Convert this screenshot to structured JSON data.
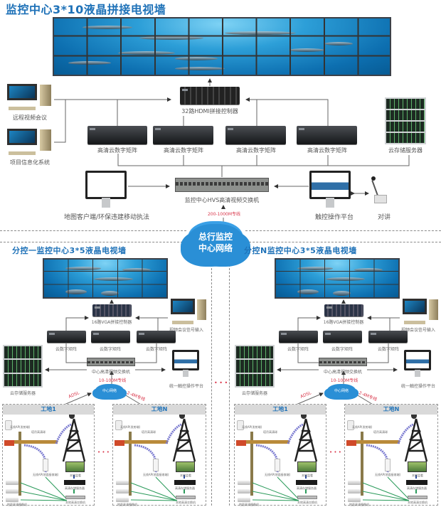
{
  "main": {
    "title": "监控中心3*10液晶拼接电视墙",
    "controller_label": "32路HDMI拼接控制器",
    "pc_labels": [
      "远程视频会议",
      "项目信息化系统"
    ],
    "matrix_labels": [
      "高清云数字矩阵",
      "高清云数字矩阵",
      "高清云数字矩阵",
      "高清云数字矩阵"
    ],
    "storage_label": "云存储服务器",
    "switch_label": "监控中心HVS高清视频交换机",
    "map_client_label": "地图客户端/环保违建移动执法",
    "touch_platform_label": "触控操作平台",
    "intercom_label": "对讲",
    "link_label": "200-1000M专线",
    "cloud_line1": "总行监控",
    "cloud_line2": "中心网络"
  },
  "branches": [
    {
      "title": "分控一监控中心3*5液晶电视墙",
      "controller_label": "16路VGA拼接控制器",
      "pc_label": "视频会议信号输入",
      "matrix_labels": [
        "云数字矩阵",
        "云数字矩阵",
        "云数字矩阵"
      ],
      "storage_label": "云存储服务器",
      "switch_label": "中心高清视频交换机",
      "touch_label": "统一触控操作平台",
      "link_label": "10-100M专线",
      "cloud_label": "中心网络",
      "adsl_label": "ADSL",
      "dedicated_label": "2-4M专线",
      "sites": [
        {
          "title": "工地1"
        },
        {
          "title": "工地N"
        }
      ]
    },
    {
      "title": "分控N监控中心3*5液晶电视墙",
      "controller_label": "16路VGA拼接控制器",
      "pc_label": "视频会议信号输入",
      "matrix_labels": [
        "云数字矩阵",
        "云数字矩阵",
        "云数字矩阵"
      ],
      "storage_label": "云存储服务器",
      "switch_label": "中心高清视频交换机",
      "touch_label": "统一触控操作平台",
      "link_label": "10-100M专线",
      "cloud_label": "中心网络",
      "adsl_label": "ADSL",
      "dedicated_label": "2-4M专线",
      "sites": [
        {
          "title": "工地1"
        },
        {
          "title": "工地N"
        }
      ]
    }
  ],
  "site_labels": {
    "ap_tx": "无线AP(发射端)",
    "dome": "塔吊高清球",
    "ap_rx": "无线AP(地面接收端)",
    "monitor": "本地监看",
    "nvr": "高清存储服务器",
    "switch": "本地高清交换机",
    "cameras": "地面高清摄像机"
  },
  "colors": {
    "title": "#1f72b8",
    "link": "#d9364a",
    "cloud": "#2a8fd6"
  },
  "ellipsis": "• • •"
}
